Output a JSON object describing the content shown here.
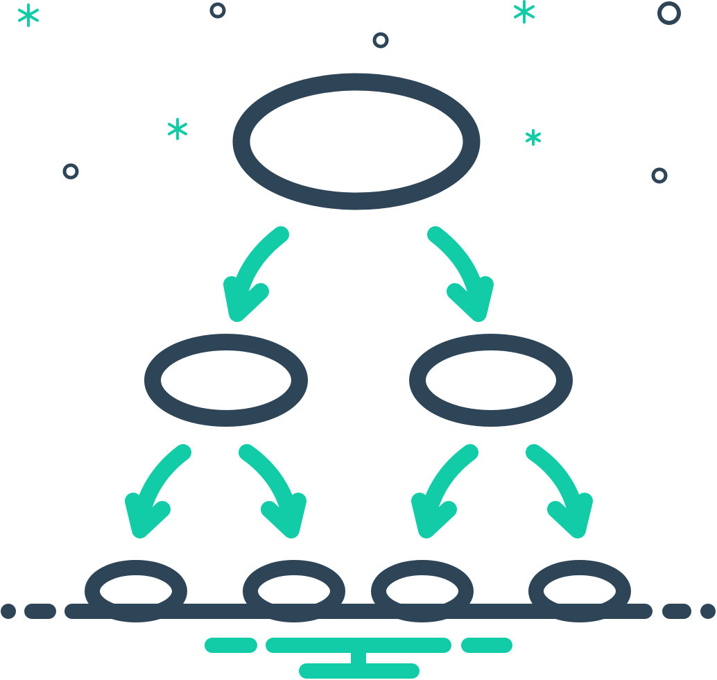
{
  "icon": {
    "name": "hierarchy-tree-icon",
    "colors": {
      "primary": "#2e4457",
      "accent": "#12cba7",
      "background": "#ffffff"
    },
    "levels": [
      {
        "level": 1,
        "node_count": 1
      },
      {
        "level": 2,
        "node_count": 2
      },
      {
        "level": 3,
        "node_count": 4
      }
    ],
    "arrow_count": 6,
    "decorations": [
      "sparkle-icon",
      "circle-dot-icon"
    ]
  }
}
